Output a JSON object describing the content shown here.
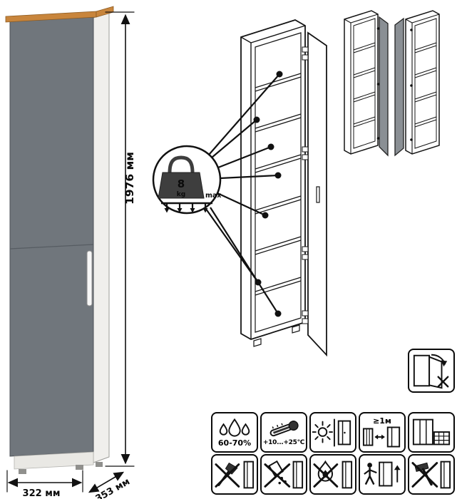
{
  "sheet": {
    "dimensions": {
      "height": "1976 мм",
      "width": "322 мм",
      "depth": "353 мм"
    },
    "load_badge": {
      "value": "8",
      "unit": "kg",
      "qualifier": "max"
    },
    "conditions": {
      "humidity": "60-70%",
      "temperature": "+10...+25°C",
      "distance": "≥1м"
    }
  },
  "icons": {
    "top": "door-mounting-icon",
    "care_row1": [
      "humidity-icon",
      "temperature-icon",
      "no-direct-sunlight-icon",
      "heat-distance-icon",
      "panel-grid-icon"
    ],
    "care_row2": [
      "no-impact-icon",
      "no-spill-icon",
      "no-open-flame-icon",
      "carry-icon",
      "no-hammer-icon"
    ]
  },
  "colors": {
    "cabinet_gray": "#70767c",
    "wood": "#c8853c",
    "side_white": "#f0efec",
    "door_gray": "#8a8f94",
    "line": "#111111"
  }
}
